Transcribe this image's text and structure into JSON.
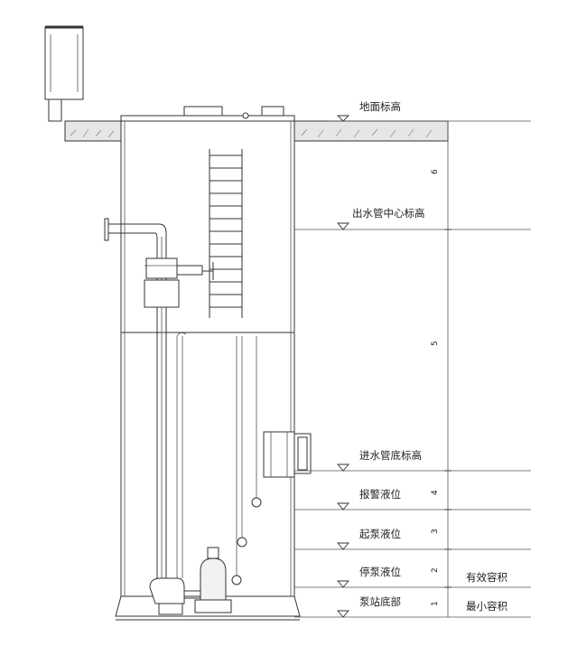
{
  "diagram": {
    "levels": {
      "ground": "地面标高",
      "outlet_center": "出水管中心标高",
      "inlet_bottom": "进水管底标高",
      "alarm": "报警液位",
      "pump_start": "起泵液位",
      "pump_stop": "停泵液位",
      "station_bottom": "泵站底部"
    },
    "volumes": {
      "effective": "有效容积",
      "minimum": "最小容积"
    },
    "dimension_marks": [
      "6",
      "5",
      "4",
      "3",
      "2",
      "1"
    ]
  },
  "colors": {
    "line": "#333333",
    "fill_tank": "#ffffff",
    "soil": "#d9d9d9"
  }
}
